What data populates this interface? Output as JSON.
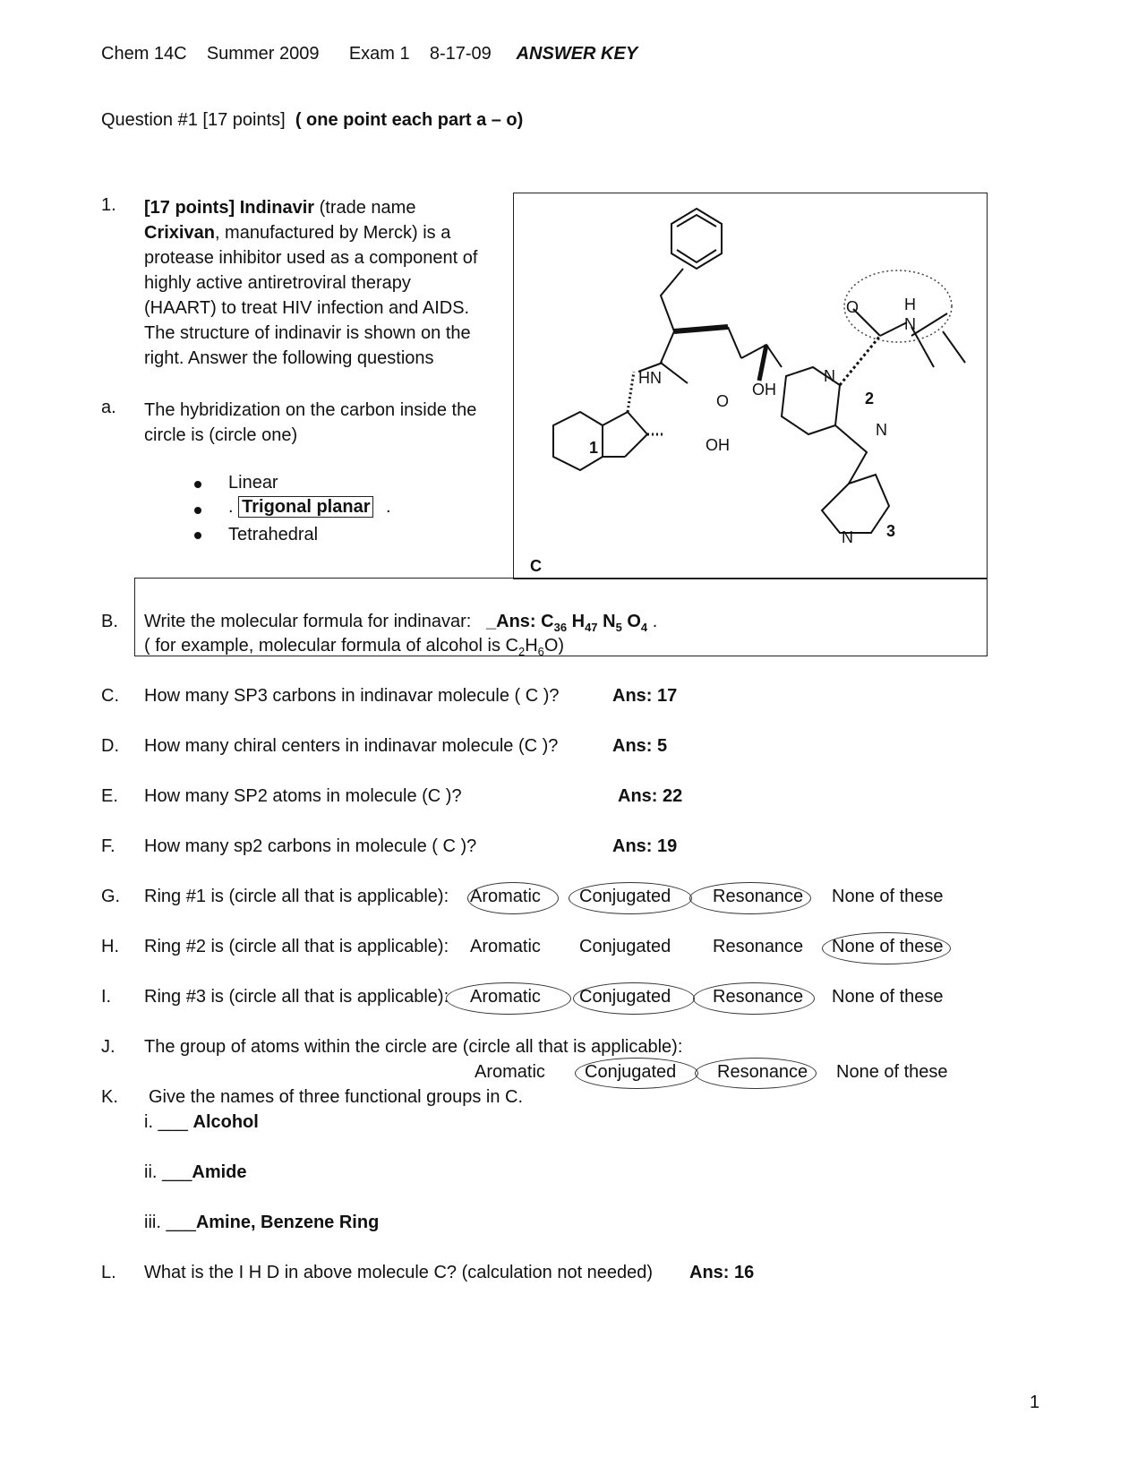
{
  "header": {
    "course": "Chem 14C",
    "term": "Summer 2009",
    "exam": "Exam 1",
    "date": "8-17-09",
    "answer_key": "ANSWER KEY"
  },
  "question_title": {
    "prefix": "Question #1 [17 points]",
    "note": "( one point each part a – o)"
  },
  "intro": {
    "number": "1.",
    "points": "[17 points]",
    "drug": "Indinavir",
    "l1_rest": "(trade name",
    "brand": "Crixivan",
    "l2_rest": ", manufactured by Merck) is a",
    "l3": "protease inhibitor used as a component of",
    "l4": "highly active antiretroviral therapy",
    "l5": "(HAART) to treat HIV infection and AIDS.",
    "l6": "The structure of indinavir is shown on the",
    "l7": "right. Answer the following questions"
  },
  "part_a": {
    "letter": "a.",
    "line1": "The hybridization on the carbon inside the",
    "line2": "circle is (circle one)",
    "options": [
      "Linear",
      "Trigonal planar",
      "Tetrahedral"
    ],
    "answer_prefix": ".",
    "answer_suffix": "."
  },
  "structure": {
    "label_c": "C",
    "hn": "HN",
    "oh1": "OH",
    "oh2": "OH",
    "o1": "O",
    "o2": "O",
    "h": "H",
    "n": "N",
    "ring1": "1",
    "ring2": "2",
    "ring3": "3"
  },
  "part_b": {
    "letter": "B.",
    "text": "Write the molecular formula for indinavar:",
    "ans_prefix": "_Ans: C",
    "c_sub": "36",
    "h": "H",
    "h_sub": "47",
    "n": "N",
    "n_sub": "5",
    "o": "O",
    "o_sub": "4",
    "ans_tail": ".",
    "example": "( for example, molecular formula of alcohol is C",
    "ex_sub1": "2",
    "ex_h": "H",
    "ex_sub2": "6",
    "ex_tail": "O)"
  },
  "questions": [
    {
      "letter": "C.",
      "text": "How many SP3 carbons in indinavar molecule ( C )?",
      "answer": "Ans: 17"
    },
    {
      "letter": "D.",
      "text": "How many chiral centers in indinavar molecule (C )?",
      "answer": "Ans:  5"
    },
    {
      "letter": "E.",
      "text": "How many SP2 atoms in molecule (C )?",
      "answer": "Ans: 22"
    },
    {
      "letter": "F.",
      "text": "How many sp2 carbons in molecule ( C )?",
      "answer": "Ans:  19"
    }
  ],
  "rings": [
    {
      "letter": "G.",
      "text": "Ring #1 is (circle all that is applicable):",
      "aromatic": "Aromatic",
      "conjugated": "Conjugated",
      "resonance": "Resonance",
      "none": "None of these"
    },
    {
      "letter": "H.",
      "text": "Ring #2 is (circle all that is applicable):",
      "aromatic": "Aromatic",
      "conjugated": "Conjugated",
      "resonance": "Resonance",
      "none": "None of these"
    },
    {
      "letter": "I.",
      "text": "Ring #3 is (circle all that is applicable):",
      "aromatic": "Aromatic",
      "conjugated": "Conjugated",
      "resonance": "Resonance",
      "none": "None of these"
    }
  ],
  "part_j": {
    "letter": "J.",
    "text": "The group of atoms within the circle are (circle all that is applicable):",
    "aromatic": "Aromatic",
    "conjugated": "Conjugated",
    "resonance": "Resonance",
    "none": "None of these"
  },
  "part_k": {
    "letter": "K.",
    "text": "Give the names of three functional groups in C.",
    "i_label": "i. ___",
    "i_answer": "Alcohol",
    "ii_label": "ii. ___",
    "ii_answer": "Amide",
    "iii_label": "iii. ___",
    "iii_answer": "Amine",
    "iii_extra": ", Benzene Ring"
  },
  "part_l": {
    "letter": "L.",
    "text": "What is the I H D in above molecule C? (calculation not needed)",
    "answer": "Ans:  16"
  },
  "page_number": "1"
}
